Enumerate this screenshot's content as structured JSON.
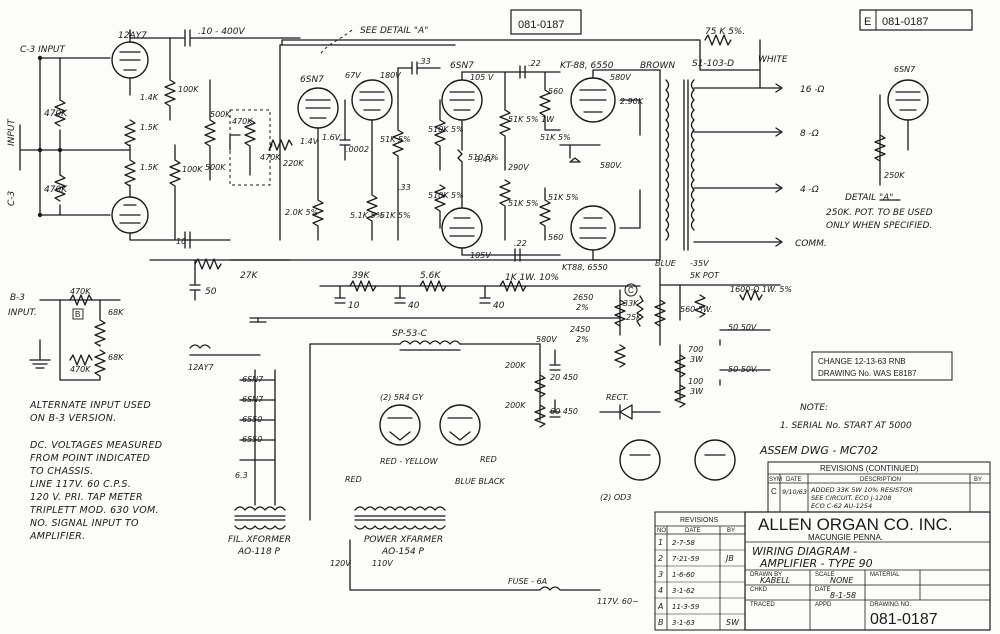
{
  "doc_number_stamp": "081-0187",
  "doc_number_corner": "081-0187",
  "corner_prefix": "E",
  "see_detail": "SEE DETAIL \"A\"",
  "inputs": {
    "c3": "C-3 INPUT",
    "c3_side": "C-3",
    "input_side": "INPUT",
    "b3": "B-3",
    "b3_input": "INPUT."
  },
  "tubes": {
    "v1": "12AY7",
    "v2": "6SN7",
    "v3": "6SN7",
    "output": "KT-88, 6550",
    "output_lower": "KT88, 6550",
    "rectifier": "(2) 5R4 GY",
    "regulator": "(2) OD3",
    "detail": "6SN7"
  },
  "components": {
    "cap_in": ".10 - 400V",
    "r_470k_a": "470K",
    "r_470k_b": "470K",
    "r_1_4k": "1.4K",
    "r_1_5k": "1.5K",
    "r_1_5k_b": "1.5K",
    "r_100k": "100K",
    "r_100k_b": "100K",
    "r_500k": "500K",
    "r_470k_pot": "470K",
    "r_220k": "220K",
    "r_2_0k": "2.0K 5%",
    "r_51k_a": "51K 5%",
    "r_51k_b": "51K 5%",
    "r_51k_c": "51K 5%",
    "cap_33": ".33",
    "cap_22_a": ".22",
    "cap_22_b": ".22",
    "cap_0002": ".0002",
    "r_510k_a": "510K 5%",
    "r_510k_b": "510K 5%",
    "r_510": "510 5%",
    "r_5_1k": "5.1K 5%",
    "r_51k_1w": "51K 5% 1W",
    "r_51k_5": "51K 5%",
    "r_51k_lower": "51K 5%",
    "r_560": "560",
    "r_560_b": "560",
    "v_3_4": "3.4V",
    "v_290": "290V",
    "v_290k": "2.90K",
    "v_580": "580V",
    "v_580b": "580V.",
    "v_67": "67V",
    "v_180": "180V",
    "v_105": "105 V",
    "v_1_6": "1.6V",
    "v_1_4": "1.4V",
    "v_105b": "105V",
    "v_35": "-35V",
    "brown": "BROWN",
    "blue": "BLUE",
    "white": "WHITE",
    "red": "RED",
    "red_yellow": "RED - YELLOW",
    "blue_black": "BLUE  BLACK",
    "red_2": "RED",
    "transformer": "S1-103-D",
    "r_75k": "75 K  5%.",
    "tap_16": "16 -Ω",
    "tap_8": "8 -Ω",
    "tap_4": "4 -Ω",
    "comm": "COMM.",
    "r_27k": "27K",
    "r_39k": "39K",
    "r_5_6k": "5.6K",
    "r_1k": "1K  1W. 10%",
    "cap_50_a": "50",
    "cap_10": "10",
    "cap_40_a": "40",
    "cap_40_b": "40",
    "cap_10_top": "10",
    "r_2650": "2650",
    "r_2650_2": "2%",
    "r_25k": "25K",
    "r_2450": "2450",
    "r_2450_2": "2%",
    "r_33k": "33K",
    "c_mark": "C",
    "pot_5k": "5K POT",
    "r_560_5w": "560 5W.",
    "r_1600": "1600-Ω 1W. 5%",
    "cap_50v_a": "50   50V",
    "cap_50v_b": "50   50V.",
    "r_700": "700",
    "r_700_w": "3W",
    "r_100": "100",
    "r_100_w": "3W",
    "cap_450_a": "20  450",
    "cap_450_b": "60  450",
    "r_200k_a": "200K",
    "r_200k_b": "200K",
    "rect_label": "RECT.",
    "fil_xfmr": "FIL. XFORMER",
    "fil_part": "AO-118 P",
    "pwr_xfmr": "POWER XFARMER",
    "pwr_part": "AO-154 P",
    "choke": "SP-53-C",
    "fuse": "FUSE - 6A",
    "mains": "117V. 60~",
    "v_120": "120V",
    "v_110": "110V",
    "v_6_3": "6.3",
    "heaters": [
      "12AY7",
      "6SN7",
      "6SN7",
      "6550",
      "6550"
    ],
    "b3_r_470k_a": "470K",
    "b3_r_470k_b": "470K",
    "b3_r_68k_a": "68K",
    "b3_r_68k_b": "68K",
    "b3_box": "B",
    "detail_pot": "250K",
    "detail_title": "DETAIL \"A\"",
    "detail_note1": "250K. POT. TO BE USED",
    "detail_note2": "ONLY WHEN SPECIFIED."
  },
  "change_box": {
    "line1": "CHANGE  12-13-63  RNB",
    "line2": "DRAWING No. WAS E8187"
  },
  "notes": {
    "title": "NOTE:",
    "n1": "1. SERIAL No. START AT 5000",
    "assem": "ASSEM DWG - MC702",
    "alt1": "ALTERNATE INPUT USED",
    "alt2": "ON  B-3  VERSION.",
    "dc1": "DC. VOLTAGES MEASURED",
    "dc2": "FROM POINT INDICATED",
    "dc3": "TO CHASSIS.",
    "dc4": "LINE 117V. 60 C.P.S.",
    "dc5": "120 V.  PRI. TAP METER",
    "dc6": "TRIPLETT MOD. 630 VOM.",
    "dc7": "NO. SIGNAL INPUT TO",
    "dc8": "AMPLIFIER."
  },
  "revisions_continued": {
    "title": "REVISIONS (CONTINUED)",
    "col_sym": "SYM",
    "col_date": "DATE",
    "col_desc": "DESCRIPTION",
    "col_by": "BY",
    "row_sym": "C",
    "row_date": "9/10/63",
    "row_desc1": "ADDED 33K 5W 10% RESISTOR",
    "row_desc2": "SEE CIRCUIT. ECO J-1208",
    "row_desc3": "ECO C-62  AU-1254"
  },
  "revisions": {
    "title": "REVISIONS",
    "col_no": "NO",
    "col_date": "DATE",
    "col_by": "BY",
    "rows": [
      {
        "no": "1",
        "date": "2-7-58",
        "by": ""
      },
      {
        "no": "2",
        "date": "7-21-59",
        "by": "JB"
      },
      {
        "no": "3",
        "date": "1-6-60",
        "by": ""
      },
      {
        "no": "4",
        "date": "3-1-62",
        "by": ""
      },
      {
        "no": "A",
        "date": "11-3-59",
        "by": ""
      },
      {
        "no": "B",
        "date": "3-1-63",
        "by": "SW"
      }
    ]
  },
  "title_block": {
    "company": "ALLEN ORGAN CO. INC.",
    "city": "MACUNGIE PENNA.",
    "title1": "WIRING DIAGRAM -",
    "title2": "AMPLIFIER - TYPE 90",
    "drawn_by_label": "DRAWN BY",
    "drawn_by": "KABELL",
    "scale_label": "SCALE",
    "scale": "NONE",
    "material_label": "MATERIAL",
    "material": "",
    "chkd_label": "CHKD",
    "date_label": "DATE",
    "date": "8-1-58",
    "traced_label": "TRACED",
    "appd_label": "APPD",
    "drawing_no_label": "DRAWING NO.",
    "drawing_no": "081-0187"
  }
}
